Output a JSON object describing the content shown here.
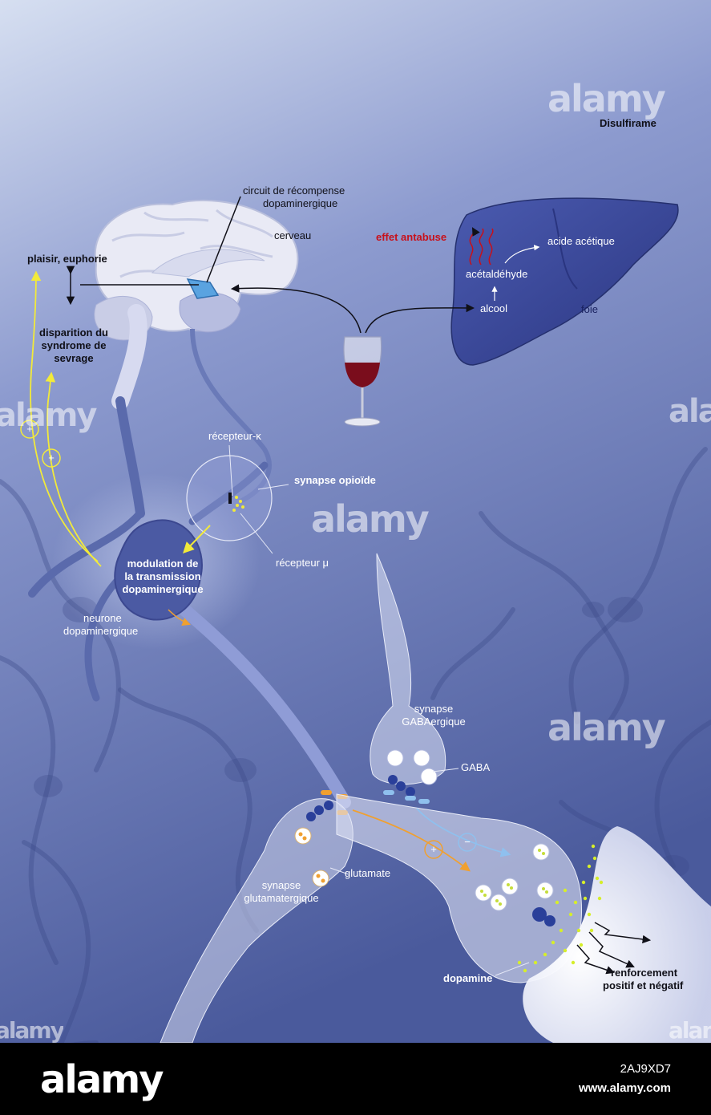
{
  "colors": {
    "background_top": "#cfd8ee",
    "background_bottom": "#4a5a9c",
    "liver": "#3a4a9a",
    "label_red": "#c8101a",
    "arrow_yellow": "#f2ea3a",
    "arrow_orange": "#f0a030"
  },
  "labels": {
    "disulfirame": "Disulfirame",
    "circuit_line1": "circuit de récompense",
    "circuit_line2": "dopaminergique",
    "cerveau": "cerveau",
    "effet_antabuse": "effet antabuse",
    "acide_acetique": "acide acétique",
    "acetaldehyde": "acétaldéhyde",
    "alcool": "alcool",
    "foie": "foie",
    "plaisir": "plaisir, euphorie",
    "disparition_line1": "disparition du",
    "disparition_line2": "syndrome de",
    "disparition_line3": "sevrage",
    "recepteur_kappa": "récepteur-κ",
    "synapse_opioide": "synapse opioïde",
    "recepteur_mu": "récepteur μ",
    "modulation_line1": "modulation de",
    "modulation_line2": "la transmission",
    "modulation_line3": "dopaminergique",
    "neurone_line1": "neurone",
    "neurone_line2": "dopaminergique",
    "synapse_gaba_line1": "synapse",
    "synapse_gaba_line2": "GABAergique",
    "gaba": "GABA",
    "glutamate": "glutamate",
    "synapse_glu_line1": "synapse",
    "synapse_glu_line2": "glutamatergique",
    "dopamine": "dopamine",
    "renforcement_line1": "renforcement",
    "renforcement_line2": "positif et négatif",
    "plus_sign": "+",
    "minus_sign": "−"
  },
  "watermark": {
    "text": "alamy"
  },
  "footer": {
    "logo": "alamy",
    "image_id": "2AJ9XD7",
    "site": "www.alamy.com"
  }
}
